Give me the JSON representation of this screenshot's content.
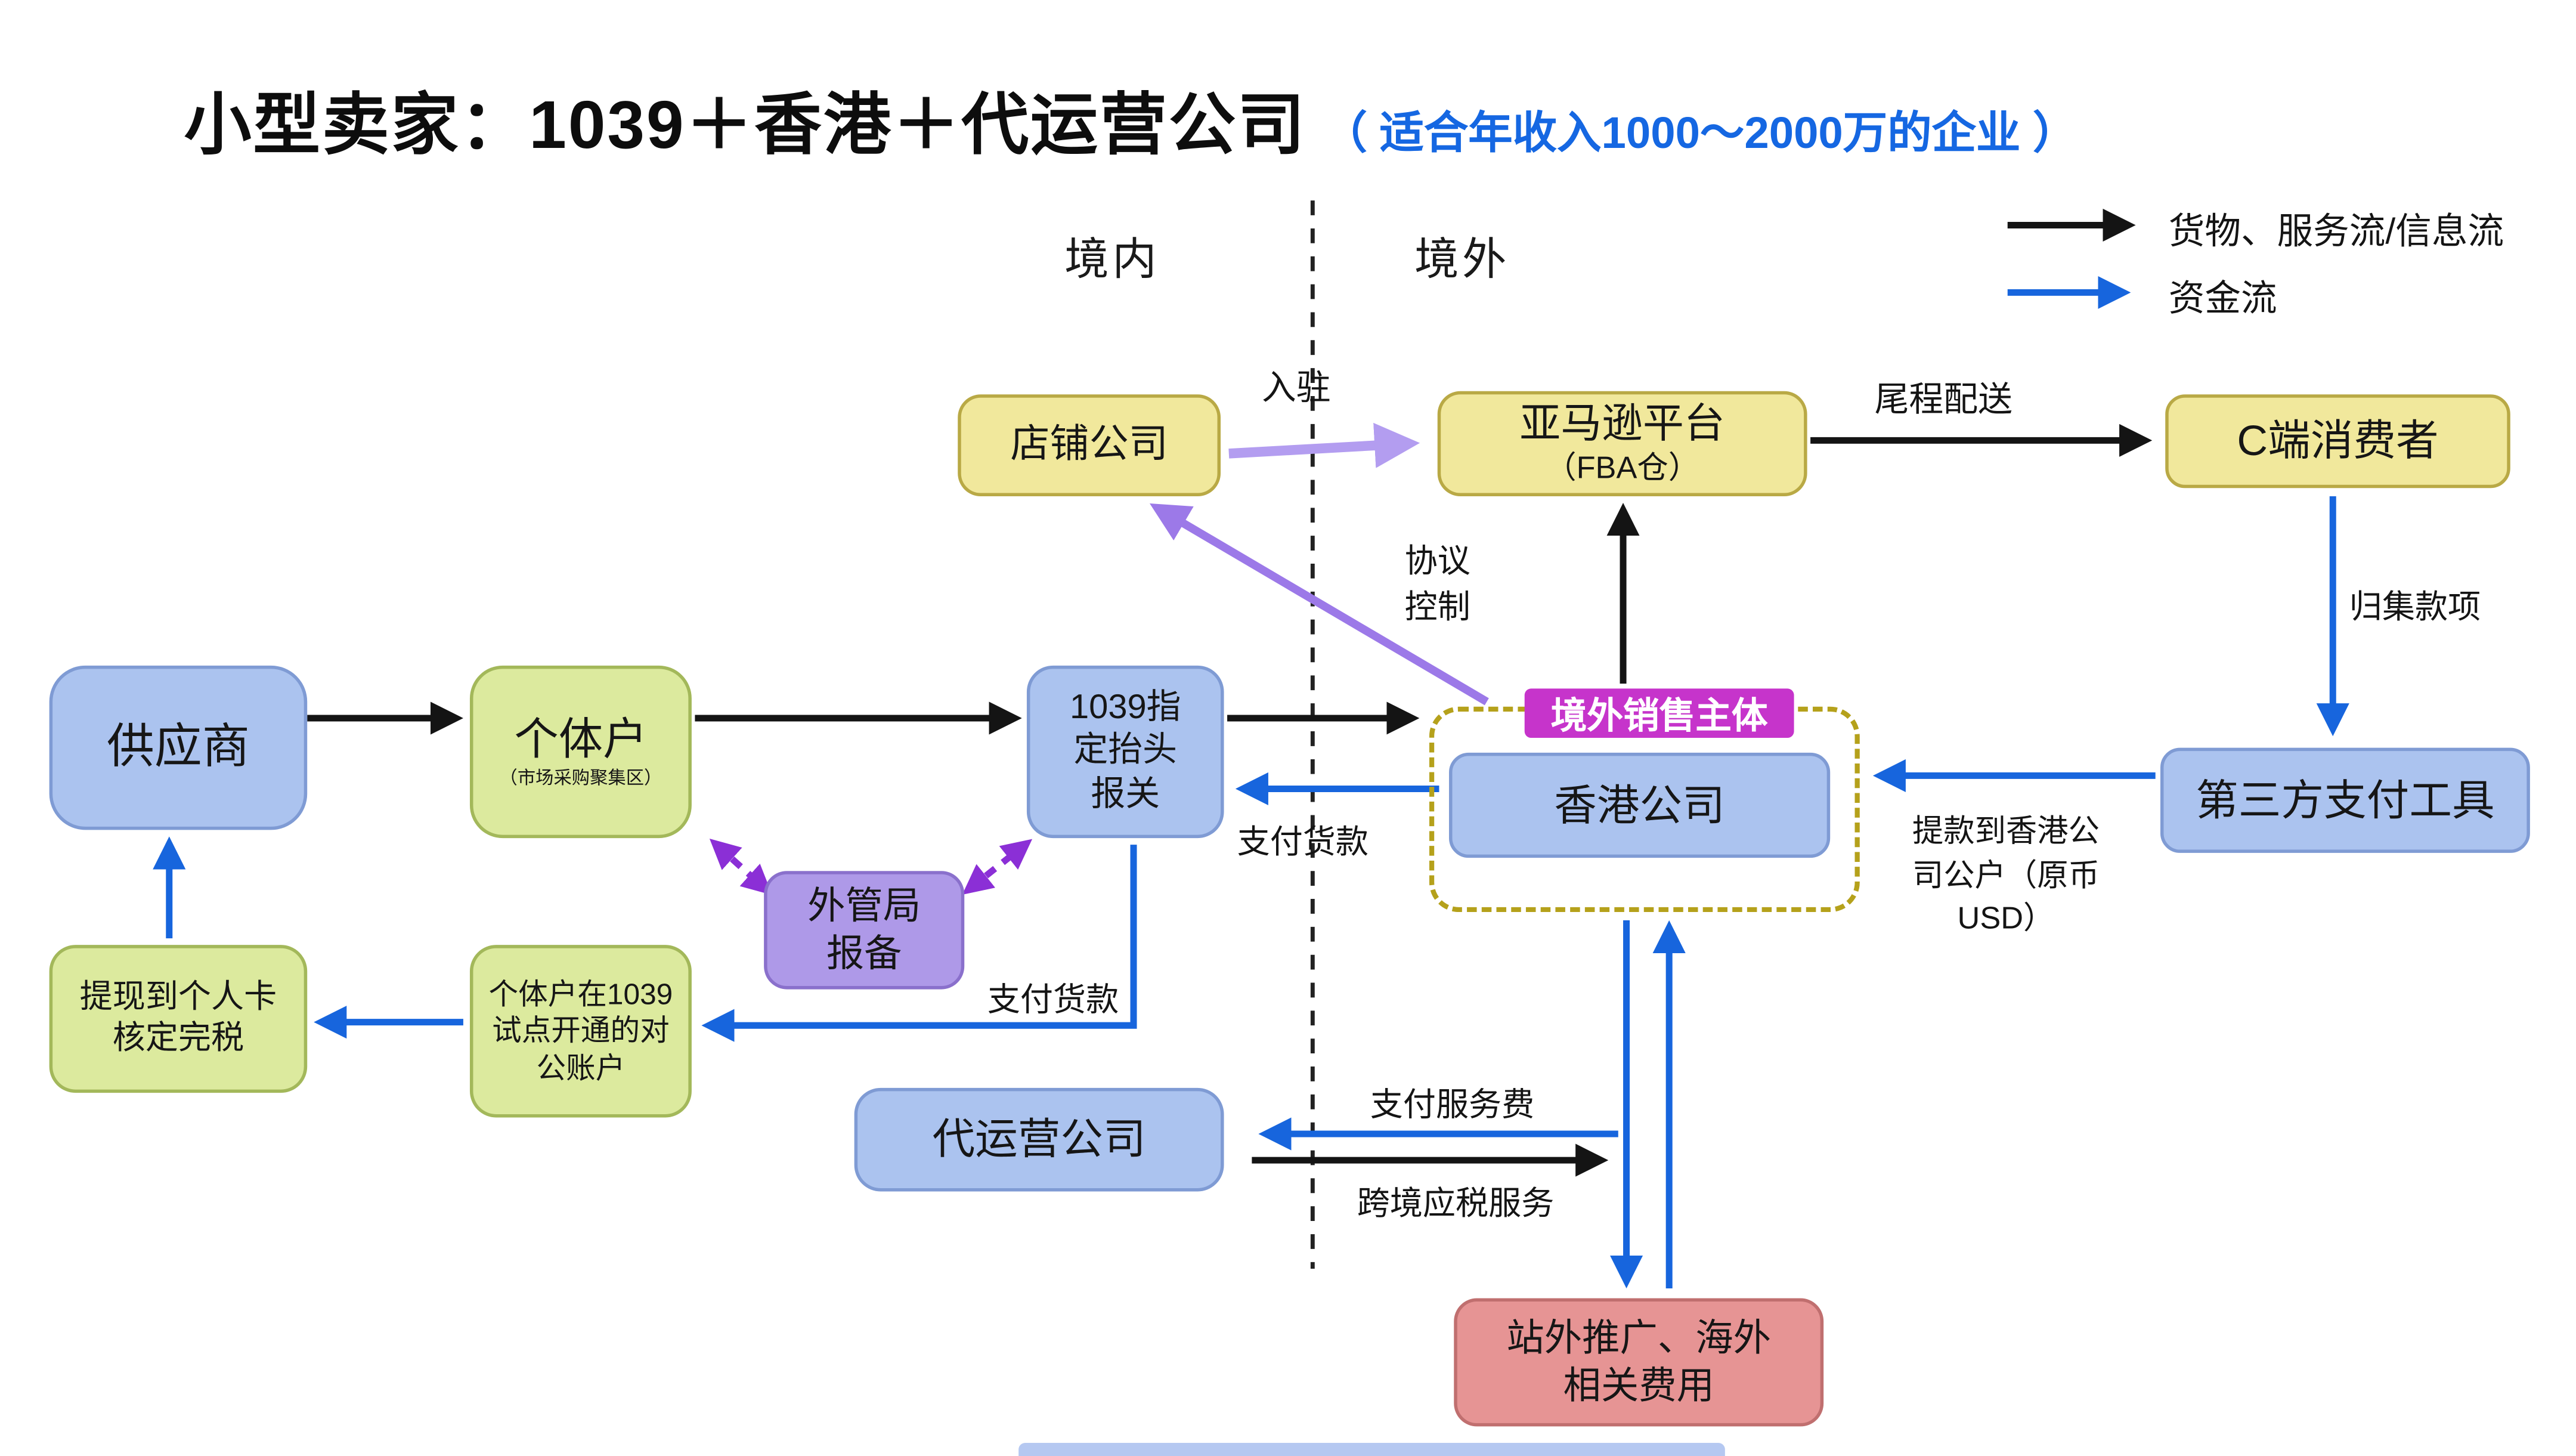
{
  "title": {
    "main": "小型卖家：1039＋香港＋代运营公司",
    "sub": "（ 适合年收入1000～2000万的企业 ）"
  },
  "legend": {
    "goods_flow": "货物、服务流/信息流",
    "money_flow": "资金流"
  },
  "regions": {
    "domestic": "境内",
    "overseas": "境外"
  },
  "nodes": {
    "shop_company": {
      "label": "店铺公司"
    },
    "amazon": {
      "label": "亚马逊平台",
      "sub": "（FBA仓）"
    },
    "consumer": {
      "label": "C端消费者"
    },
    "supplier": {
      "label": "供应商"
    },
    "individual": {
      "label": "个体户",
      "sub": "（市场采购聚集区）"
    },
    "declare_1039": {
      "label": "1039指定抬头报关"
    },
    "safe_filing": {
      "label": "外管局报备"
    },
    "withdraw_personal": {
      "label": "提现到个人卡核定完税"
    },
    "public_account": {
      "label": "个体户在1039试点开通的对公账户"
    },
    "agency": {
      "label": "代运营公司"
    },
    "overseas_entity": {
      "label": "境外销售主体"
    },
    "hk_company": {
      "label": "香港公司"
    },
    "third_party_payment": {
      "label": "第三方支付工具"
    },
    "offsite_costs": {
      "label": "站外推广、海外相关费用"
    }
  },
  "edges": {
    "join": "入驻",
    "last_mile": "尾程配送",
    "agreement_control": "协议控制",
    "collect_funds": "归集款项",
    "withdraw_to_hk": "提款到香港公司公户（原币USD）",
    "pay_goods_hk": "支付货款",
    "pay_goods_1039": "支付货款",
    "pay_service_fee": "支付服务费",
    "cross_border_service": "跨境应税服务"
  },
  "colors": {
    "goods_arrow": "#141414",
    "money_arrow": "#1765dd",
    "join_arrow": "#b39df0",
    "agreement_arrow": "#9c79e8",
    "filing_arrow": "#8b2fd6",
    "entity_tag_bg": "#c634cb",
    "title_sub": "#1567e2"
  }
}
